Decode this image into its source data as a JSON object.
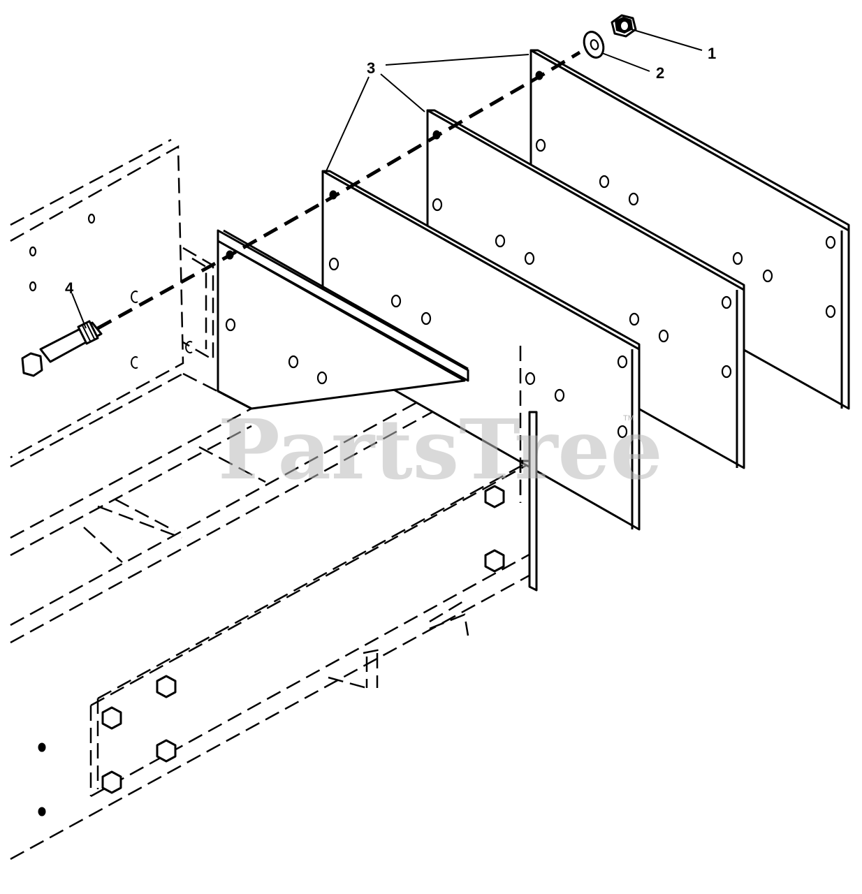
{
  "watermark": {
    "text": "PartsTree",
    "mark": "TM"
  },
  "callouts": [
    {
      "id": "1",
      "label": "1"
    },
    {
      "id": "2",
      "label": "2"
    },
    {
      "id": "3",
      "label": "3"
    },
    {
      "id": "4",
      "label": "4"
    }
  ],
  "parts": [
    {
      "callout": "1",
      "name": "hex-nut"
    },
    {
      "callout": "2",
      "name": "washer"
    },
    {
      "callout": "3",
      "name": "weight-plate",
      "count": 4
    },
    {
      "callout": "4",
      "name": "hex-bolt"
    }
  ],
  "colors": {
    "line": "#000000",
    "background": "#ffffff",
    "watermark": "#b9b9b9"
  }
}
